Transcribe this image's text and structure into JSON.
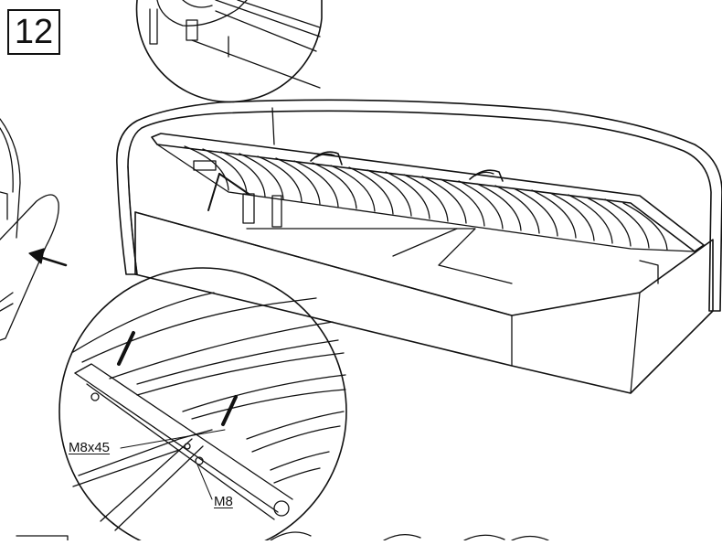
{
  "step": {
    "number": "12"
  },
  "callouts": {
    "bolt": "M8x45",
    "nut": "M8"
  },
  "colors": {
    "line": "#111111",
    "background": "#ffffff"
  }
}
